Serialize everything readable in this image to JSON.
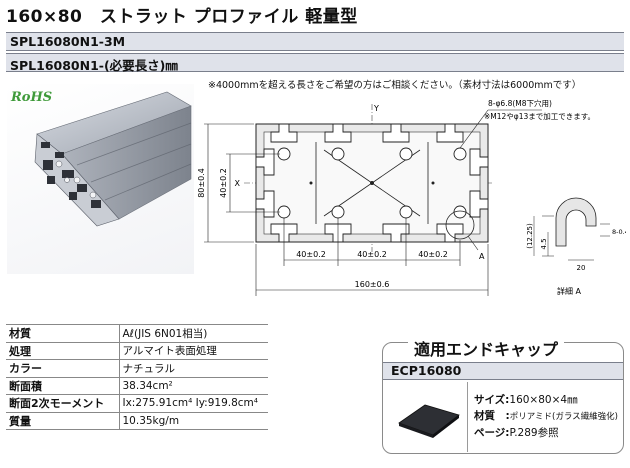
{
  "title": "160×80　ストラット プロファイル 軽量型",
  "part_numbers": [
    "SPL16080N1-3M",
    "SPL16080N1-(必要長さ)㎜"
  ],
  "note_top": "※4000mmを超える長さをご希望の方はご相談ください。（素材寸法は6000mmです）",
  "badge": "RoHS",
  "drawing": {
    "axis_y": "Y",
    "axis_x": "X",
    "hole_note_1": "8-φ6.8(M8下穴用)",
    "hole_note_2": "※M12やφ13まで加工できます。",
    "dim_height": "80±0.4",
    "dim_inner_height": "40±0.2",
    "dim_pitch_1": "40±0.2",
    "dim_pitch_2": "40±0.2",
    "dim_pitch_3": "40±0.2",
    "dim_width": "160±0.6",
    "detail_marker": "A",
    "detail_dim_1": "8-0.4",
    "detail_dim_2": "4.5",
    "detail_dim_3": "(12.25)",
    "detail_dim_4": "20",
    "detail_label": "詳細 A"
  },
  "specs": [
    {
      "label": "材質",
      "value": "Aℓ(JIS 6N01相当)"
    },
    {
      "label": "処理",
      "value": "アルマイト表面処理"
    },
    {
      "label": "カラー",
      "value": "ナチュラル"
    },
    {
      "label": "断面積",
      "value": "38.34cm²"
    },
    {
      "label": "断面2次モーメント",
      "value": "Ix:275.91cm⁴  Iy:919.8cm⁴"
    },
    {
      "label": "質量",
      "value": "10.35kg/m"
    }
  ],
  "end_cap": {
    "title": "適用エンドキャップ",
    "code": "ECP16080",
    "size_label": "サイズ:",
    "size_value": "160×80×4㎜",
    "material_label": "材質　:",
    "material_value": "ポリアミド(ガラス繊維強化)",
    "page_label": "ページ:",
    "page_value": "P.289参照"
  }
}
